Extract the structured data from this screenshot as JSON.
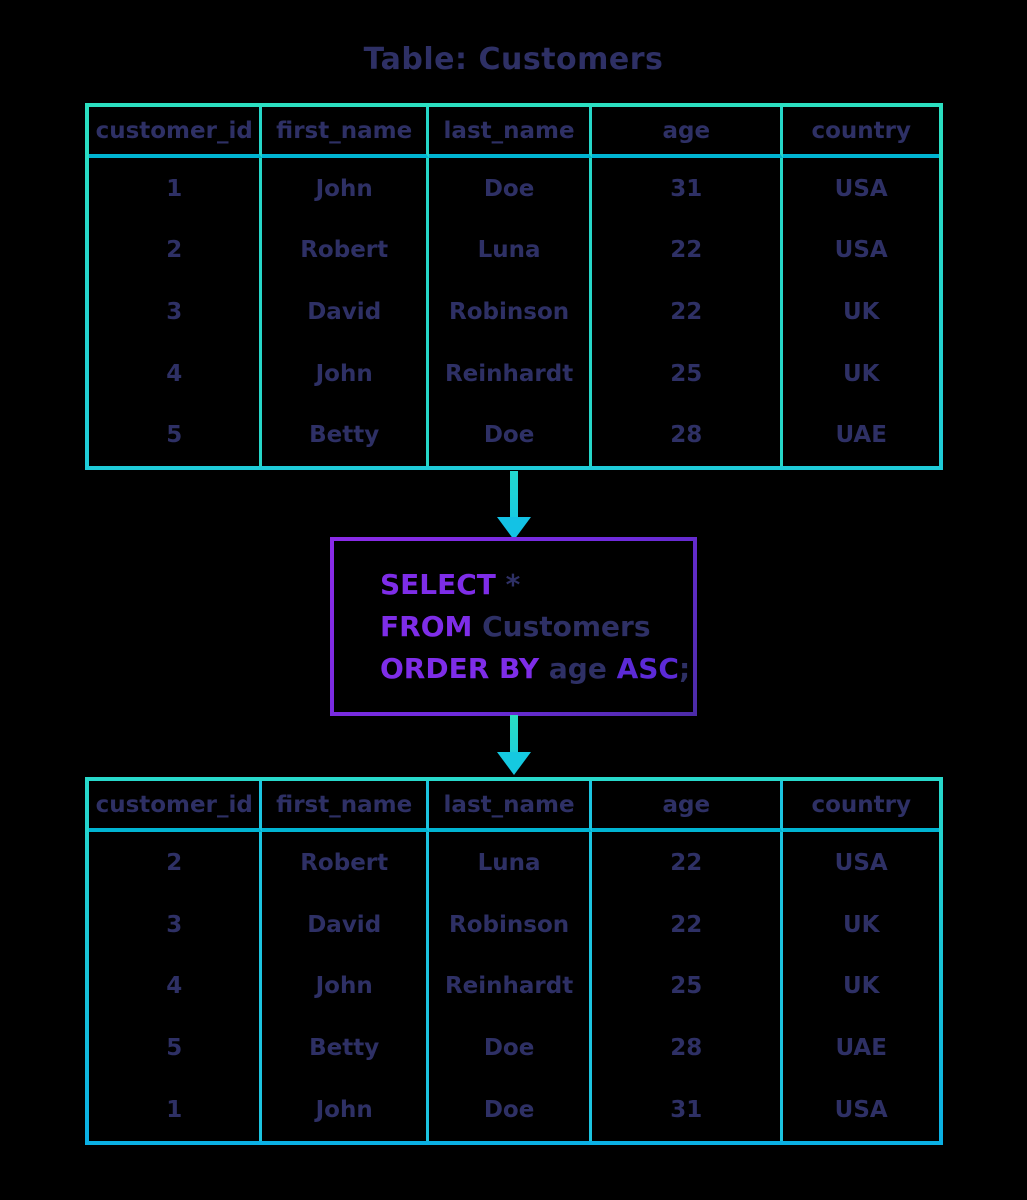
{
  "title": "Table: Customers",
  "source_table": {
    "columns": [
      "customer_id",
      "first_name",
      "last_name",
      "age",
      "country"
    ],
    "rows": [
      [
        "1",
        "John",
        "Doe",
        "31",
        "USA"
      ],
      [
        "2",
        "Robert",
        "Luna",
        "22",
        "USA"
      ],
      [
        "3",
        "David",
        "Robinson",
        "22",
        "UK"
      ],
      [
        "4",
        "John",
        "Reinhardt",
        "25",
        "UK"
      ],
      [
        "5",
        "Betty",
        "Doe",
        "28",
        "UAE"
      ]
    ]
  },
  "query": {
    "select_keyword": "SELECT",
    "select_argument": "*",
    "from_keyword": "FROM",
    "from_argument": "Customers",
    "order_keyword": "ORDER BY",
    "order_column": "age",
    "order_direction": "ASC",
    "terminator": ";"
  },
  "result_table": {
    "columns": [
      "customer_id",
      "first_name",
      "last_name",
      "age",
      "country"
    ],
    "rows": [
      [
        "2",
        "Robert",
        "Luna",
        "22",
        "USA"
      ],
      [
        "3",
        "David",
        "Robinson",
        "22",
        "UK"
      ],
      [
        "4",
        "John",
        "Reinhardt",
        "25",
        "UK"
      ],
      [
        "5",
        "Betty",
        "Doe",
        "28",
        "UAE"
      ],
      [
        "1",
        "John",
        "Doe",
        "31",
        "USA"
      ]
    ]
  },
  "colors": {
    "background": "#000000",
    "text_navy": "#2e3065",
    "table_border_teal": "#2be0c1",
    "table_border_cyan": "#0ab0e4",
    "header_separator_cyan": "#00b4d2",
    "column_separator_teal": "#26d7c9",
    "column_separator_cyan": "#1cc4e0",
    "arrow_teal": "#27dac8",
    "arrow_cyan": "#14c3e4",
    "query_border_purple": "#7d2be4",
    "keyword_purple": "#7e2de8",
    "keyword_deep_purple": "#5c2ad6"
  }
}
